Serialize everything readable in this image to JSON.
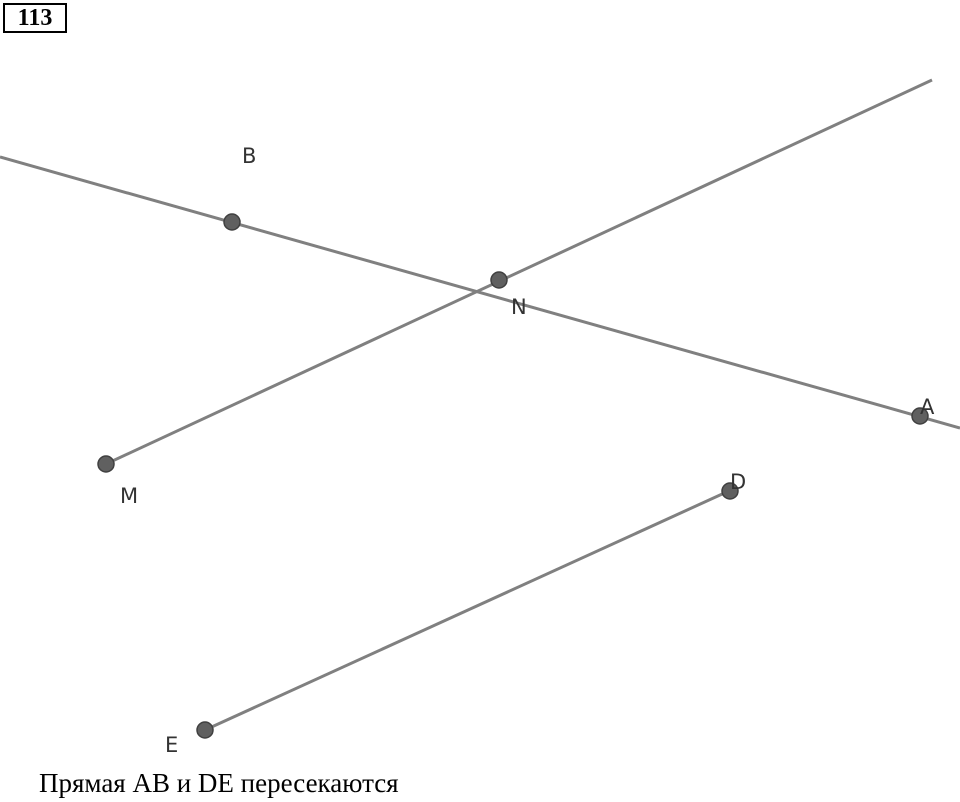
{
  "problem_number": "113",
  "points": {
    "A": "A",
    "B": "B",
    "N": "N",
    "M": "M",
    "D": "D",
    "E": "E"
  },
  "caption": "Прямая AB и DE пересекаются",
  "colors": {
    "line": "#808080",
    "point_fill": "#606060",
    "point_stroke": "#404040",
    "label": "#333333"
  }
}
